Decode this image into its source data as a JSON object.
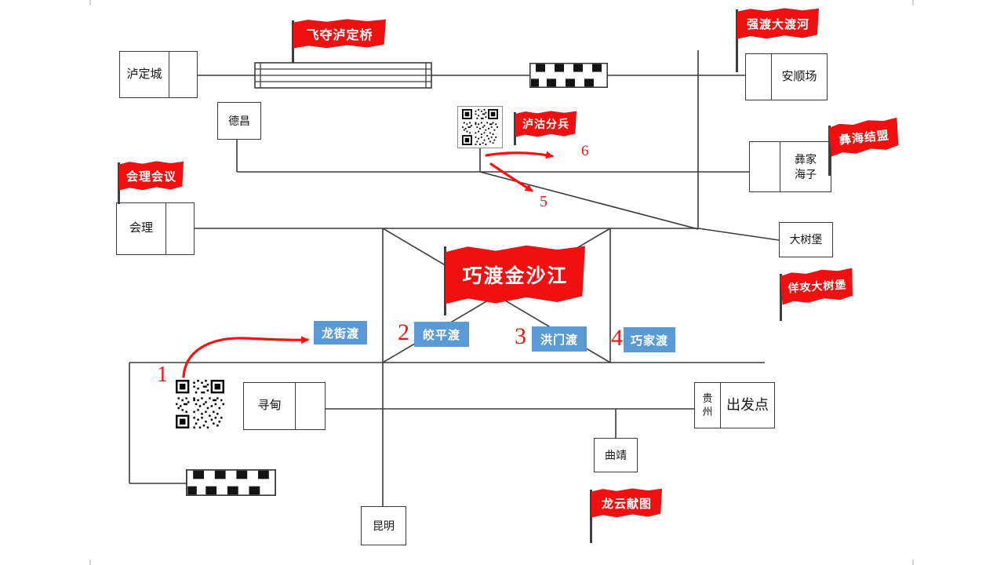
{
  "colors": {
    "flag_red": "#f01010",
    "ferry_blue": "#5b9bd5",
    "annotation_red": "#fe1010",
    "line_color": "#3b3b3b"
  },
  "flags": [
    {
      "id": "feiduo-ludingqiao",
      "label": "飞夺泸定桥"
    },
    {
      "id": "qiangdu-daduhe",
      "label": "强渡大渡河"
    },
    {
      "id": "lugu-fenbing",
      "label": "泸沽分兵"
    },
    {
      "id": "yihai-jiemeng",
      "label": "彝海结盟"
    },
    {
      "id": "huili-huiyi",
      "label": "会理会议"
    },
    {
      "id": "qiaodu-jinshajiang",
      "label": "巧渡金沙江"
    },
    {
      "id": "yanggong-dashubao",
      "label": "佯攻大树堡"
    },
    {
      "id": "longyun-xiantu",
      "label": "龙云献图"
    }
  ],
  "places": {
    "luding_city": "泸定城",
    "dechang": "德昌",
    "anshunchang": "安顺场",
    "yijia_haizi": "彝家海子",
    "huili": "会理",
    "dashubao": "大树堡",
    "xundian": "寻甸",
    "guizhou": "贵州",
    "departure": "出发点",
    "qujing": "曲靖",
    "kunming": "昆明"
  },
  "ferries": [
    {
      "label": "龙街渡"
    },
    {
      "label": "皎平渡"
    },
    {
      "label": "洪门渡"
    },
    {
      "label": "巧家渡"
    }
  ],
  "route_numbers": [
    "1",
    "2",
    "3",
    "4",
    "5",
    "6"
  ],
  "icons": {
    "qr_code": "qr-code-icon",
    "bridge": "luding-bridge-icon",
    "crossing": "crossing-symbol-icon"
  }
}
